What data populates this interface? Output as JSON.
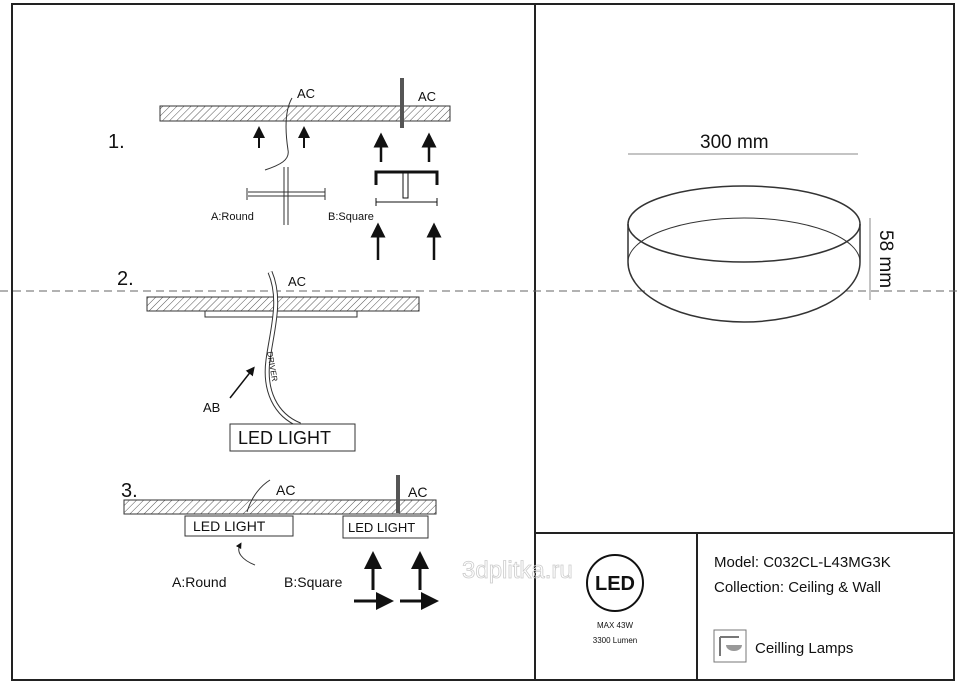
{
  "steps": {
    "step1": {
      "number": "1.",
      "ac_left": "AC",
      "ac_right": "AC",
      "round_label": "A:Round",
      "square_label": "B:Square"
    },
    "step2": {
      "number": "2.",
      "ac": "AC",
      "driver": "DRIVER",
      "ab": "AB",
      "led_light": "LED LIGHT"
    },
    "step3": {
      "number": "3.",
      "ac_left": "AC",
      "ac_right": "AC",
      "led_light_left": "LED LIGHT",
      "led_light_right": "LED LIGHT",
      "round_label": "A:Round",
      "square_label": "B:Square"
    }
  },
  "dimensions": {
    "width": "300 mm",
    "height": "58 mm"
  },
  "spec": {
    "led_logo": "LED",
    "max_power": "MAX 43W",
    "lumen": "3300 Lumen"
  },
  "product": {
    "model": "Model: C032CL-L43MG3K",
    "collection": "Collection: Ceiling & Wall",
    "category_icon": "ceiling-lamp-icon",
    "category": "Ceilling Lamps"
  },
  "watermark": "3dplitka.ru"
}
